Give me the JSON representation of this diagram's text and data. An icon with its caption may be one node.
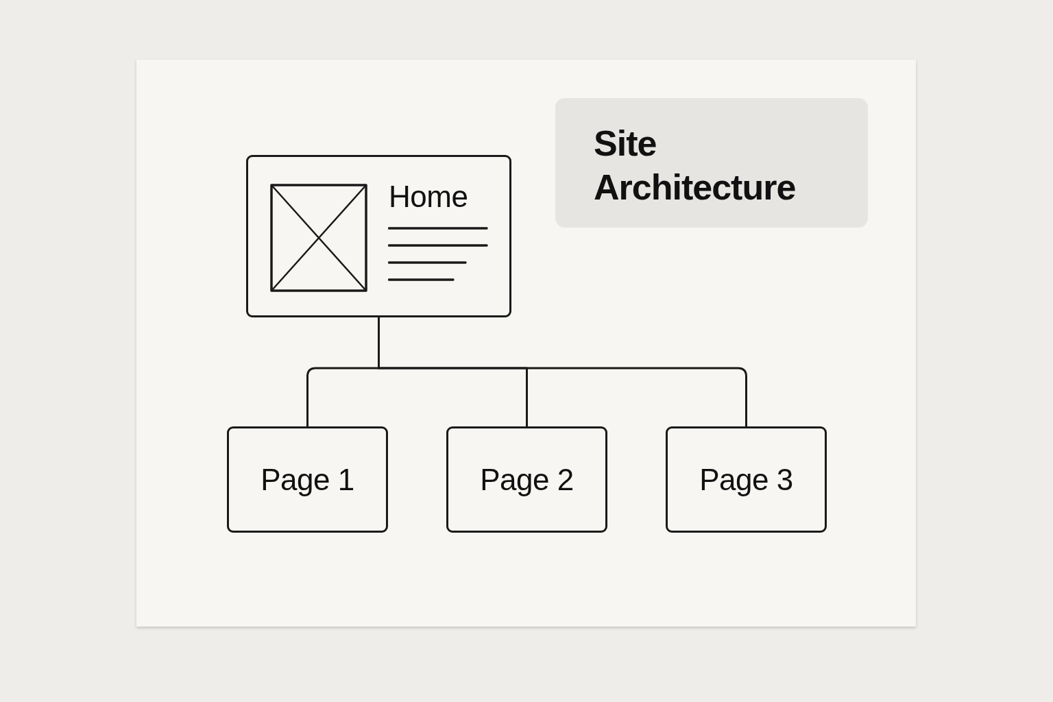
{
  "diagram": {
    "title": "Site Architecture",
    "nodes": [
      {
        "text": [
          "Home"
        ]
      },
      {
        "text": [
          "Page 1"
        ]
      },
      {
        "text": [
          "Page 2"
        ]
      },
      {
        "text": [
          "Page 3"
        ]
      }
    ],
    "edges": [
      {
        "from": 0,
        "to": 1,
        "arrow": "none"
      },
      {
        "from": 0,
        "to": 2,
        "arrow": "none"
      },
      {
        "from": 0,
        "to": 3,
        "arrow": "none"
      }
    ]
  }
}
